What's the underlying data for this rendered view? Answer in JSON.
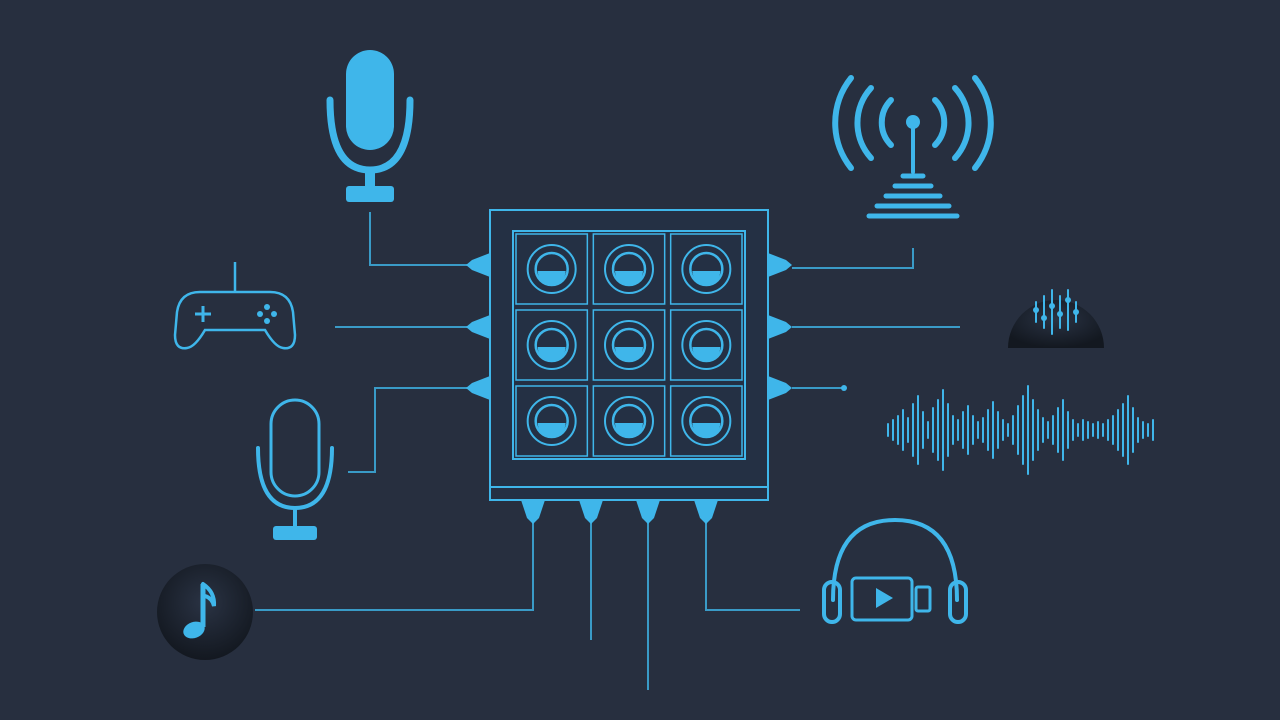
{
  "diagram": {
    "hub": {
      "icon": "audio-mixer-grid-icon",
      "knob_rows": 3,
      "knob_cols": 3,
      "left_ports": 3,
      "right_ports": 3,
      "bottom_ports": 4
    },
    "nodes": [
      {
        "id": "mic-top",
        "icon": "microphone-filled-icon"
      },
      {
        "id": "antenna",
        "icon": "broadcast-antenna-icon"
      },
      {
        "id": "gamepad",
        "icon": "game-controller-icon"
      },
      {
        "id": "eq-badge",
        "icon": "equalizer-badge-icon"
      },
      {
        "id": "mic-outline",
        "icon": "microphone-outline-icon"
      },
      {
        "id": "waveform",
        "icon": "audio-waveform-icon"
      },
      {
        "id": "music-badge",
        "icon": "music-note-icon"
      },
      {
        "id": "headphones-video",
        "icon": "headphones-video-icon"
      }
    ]
  },
  "colors": {
    "background": "#272f3f",
    "accent": "#3fb6ea",
    "accent_soft": "#2a8fbf",
    "hub_fill": "#243044",
    "badge_fill": "#151b26"
  }
}
